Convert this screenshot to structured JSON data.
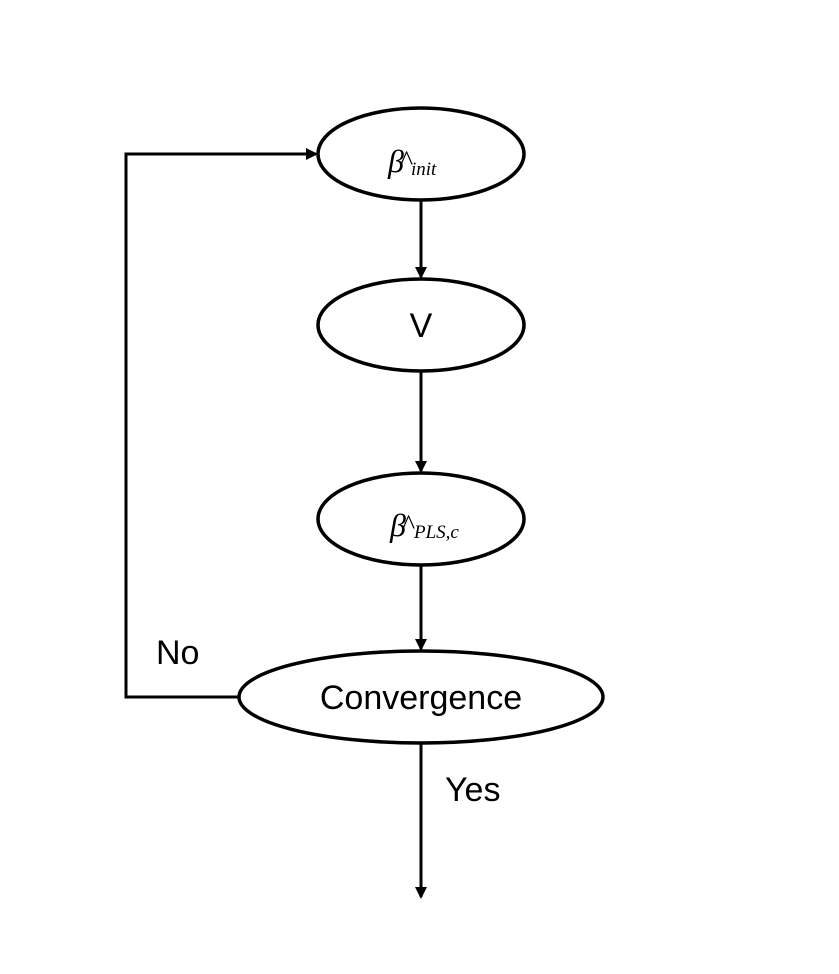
{
  "diagram": {
    "nodes": {
      "beta_init": {
        "symbol": "β",
        "hat": "^",
        "subscript": "init"
      },
      "v": {
        "label": "V"
      },
      "beta_pls": {
        "symbol": "β",
        "hat": "^",
        "subscript": "PLS,c"
      },
      "convergence": {
        "label": "Convergence"
      }
    },
    "edges": {
      "no_label": "No",
      "yes_label": "Yes"
    },
    "colors": {
      "stroke": "#000000",
      "background": "#ffffff"
    }
  }
}
